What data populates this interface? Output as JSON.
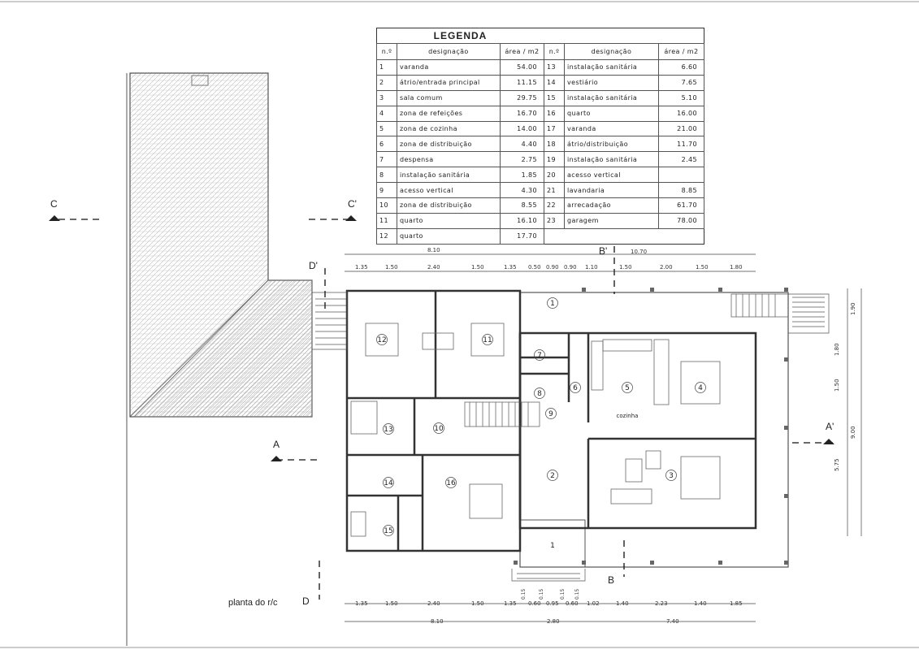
{
  "legend": {
    "title": "LEGENDA",
    "headers": {
      "num": "n.º",
      "designation": "designação",
      "area": "área / m2"
    },
    "left": [
      {
        "n": "1",
        "d": "varanda",
        "a": "54.00"
      },
      {
        "n": "2",
        "d": "átrio/entrada principal",
        "a": "11.15"
      },
      {
        "n": "3",
        "d": "sala comum",
        "a": "29.75"
      },
      {
        "n": "4",
        "d": "zona de refeições",
        "a": "16.70"
      },
      {
        "n": "5",
        "d": "zona de cozinha",
        "a": "14.00"
      },
      {
        "n": "6",
        "d": "zona de distribuição",
        "a": "4.40"
      },
      {
        "n": "7",
        "d": "despensa",
        "a": "2.75"
      },
      {
        "n": "8",
        "d": "instalação sanitária",
        "a": "1.85"
      },
      {
        "n": "9",
        "d": "acesso vertical",
        "a": "4.30"
      },
      {
        "n": "10",
        "d": "zona de distribuição",
        "a": "8.55"
      },
      {
        "n": "11",
        "d": "quarto",
        "a": "16.10"
      },
      {
        "n": "12",
        "d": "quarto",
        "a": "17.70"
      }
    ],
    "right": [
      {
        "n": "13",
        "d": "instalação sanitária",
        "a": "6.60"
      },
      {
        "n": "14",
        "d": "vestiário",
        "a": "7.65"
      },
      {
        "n": "15",
        "d": "instalação sanitária",
        "a": "5.10"
      },
      {
        "n": "16",
        "d": "quarto",
        "a": "16.00"
      },
      {
        "n": "17",
        "d": "varanda",
        "a": "21.00"
      },
      {
        "n": "18",
        "d": "átrio/distribuição",
        "a": "11.70"
      },
      {
        "n": "19",
        "d": "instalação sanitária",
        "a": "2.45"
      },
      {
        "n": "20",
        "d": "acesso vertical",
        "a": ""
      },
      {
        "n": "21",
        "d": "lavandaria",
        "a": "8.85"
      },
      {
        "n": "22",
        "d": "arrecadação",
        "a": "61.70"
      },
      {
        "n": "23",
        "d": "garagem",
        "a": "78.00"
      }
    ]
  },
  "plan_title": "planta do r/c",
  "section_marks": [
    "A",
    "A'",
    "B",
    "B'",
    "C",
    "C'",
    "D",
    "D'"
  ],
  "room_labels": [
    "1",
    "2",
    "3",
    "4",
    "5",
    "6",
    "7",
    "8",
    "9",
    "10",
    "11",
    "12",
    "13",
    "14",
    "15",
    "16"
  ],
  "kitchen_label": "cozinha",
  "dims_top_total": [
    "8.10",
    "10.70"
  ],
  "dims_top": [
    "1.35",
    "1.50",
    "2.40",
    "1.50",
    "1.35",
    "0.50",
    "0.90",
    "0.90",
    "1.10",
    "1.50",
    "2.00",
    "1.50",
    "1.80"
  ],
  "dims_bottom": [
    "1.35",
    "1.50",
    "2.40",
    "1.50",
    "1.35",
    "0.60",
    "0.95",
    "0.60",
    "1.02",
    "1.40",
    "2.23",
    "1.40",
    "1.85"
  ],
  "dims_bottom_total": [
    "8.10",
    "2.80",
    "7.40"
  ],
  "dims_bottom_small": [
    "0.15",
    "0.15",
    "0.15",
    "0.15"
  ],
  "dims_right": [
    "1.90",
    "1.80",
    "1.50",
    "9.00",
    "5.75"
  ]
}
